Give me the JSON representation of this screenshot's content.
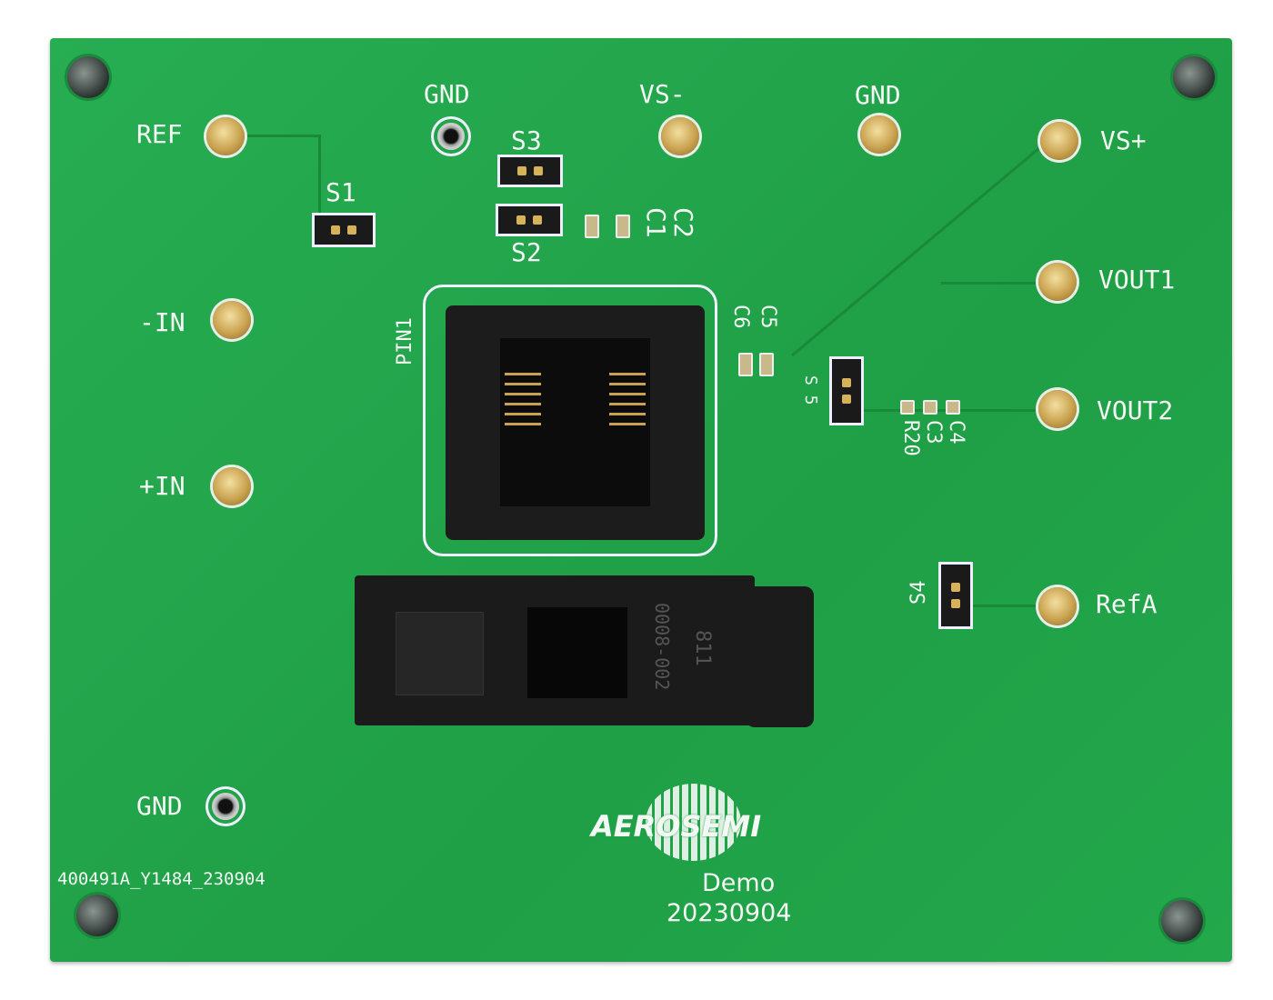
{
  "board": {
    "labels": {
      "ref": "REF",
      "gnd_top_left": "GND",
      "vs_minus": "VS-",
      "gnd_top_right": "GND",
      "vs_plus": "VS+",
      "vout1": "VOUT1",
      "vout2": "VOUT2",
      "refa": "RefA",
      "in_minus": "-IN",
      "in_plus": "+IN",
      "gnd_bottom": "GND",
      "s1": "S1",
      "s2": "S2",
      "s3": "S3",
      "s4": "S4",
      "s5": "S 5",
      "c1": "C1",
      "c2": "C2",
      "c5": "C5",
      "c6": "C6",
      "c3": "C3",
      "c4": "C4",
      "r20": "R20",
      "pin1": "PIN1"
    },
    "part_number": "400491A_Y1484_230904",
    "logo": "AEROSEMI",
    "demo_label": "Demo",
    "date_code": "20230904",
    "socket_marking_1": "0008-002",
    "socket_marking_2": "811",
    "colors": {
      "pcb": "#22a84a",
      "silkscreen": "#f4f8f4",
      "socket": "#1b1b1b",
      "pad": "#c9a24f"
    }
  }
}
